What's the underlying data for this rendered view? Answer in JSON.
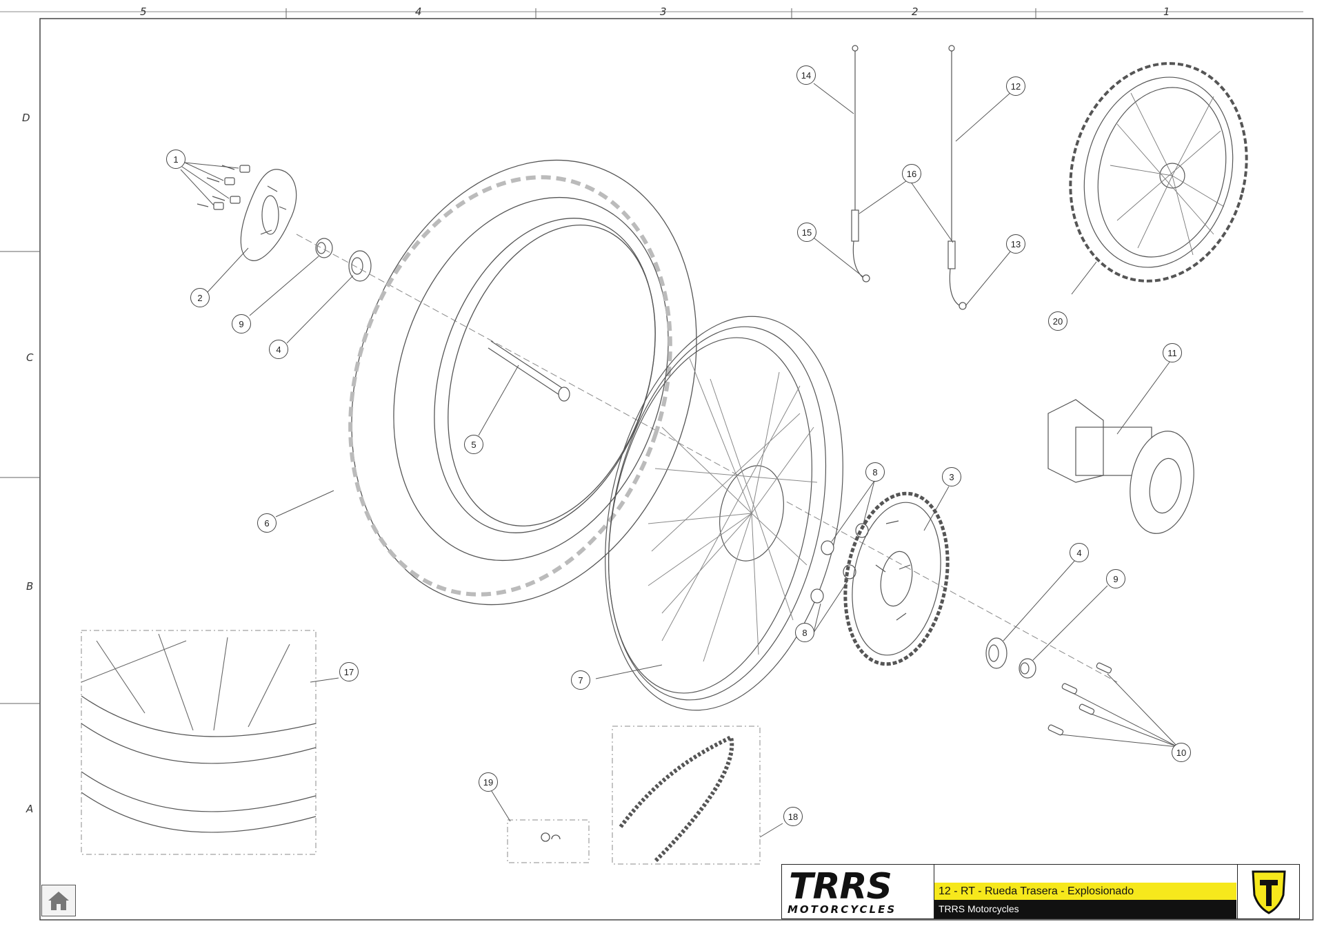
{
  "grid": {
    "columns": [
      "5",
      "4",
      "3",
      "2",
      "1"
    ],
    "rows": [
      "D",
      "C",
      "B",
      "A"
    ]
  },
  "callouts": [
    "1",
    "2",
    "9",
    "4",
    "5",
    "6",
    "7",
    "8",
    "3",
    "8",
    "4",
    "9",
    "10",
    "11",
    "12",
    "13",
    "14",
    "15",
    "16",
    "17",
    "18",
    "19",
    "20"
  ],
  "title_block": {
    "brand_name": "TRRS",
    "brand_sub": "MOTORCYCLES",
    "drawing_title": "12 - RT - Rueda Trasera - Explosionado",
    "company": "TRRS Motorcycles"
  },
  "colors": {
    "accent_yellow": "#f6e81c",
    "brand_black": "#111111",
    "line": "#555555"
  },
  "icons": {
    "home": "home-icon",
    "shield": "trrs-shield-icon"
  }
}
